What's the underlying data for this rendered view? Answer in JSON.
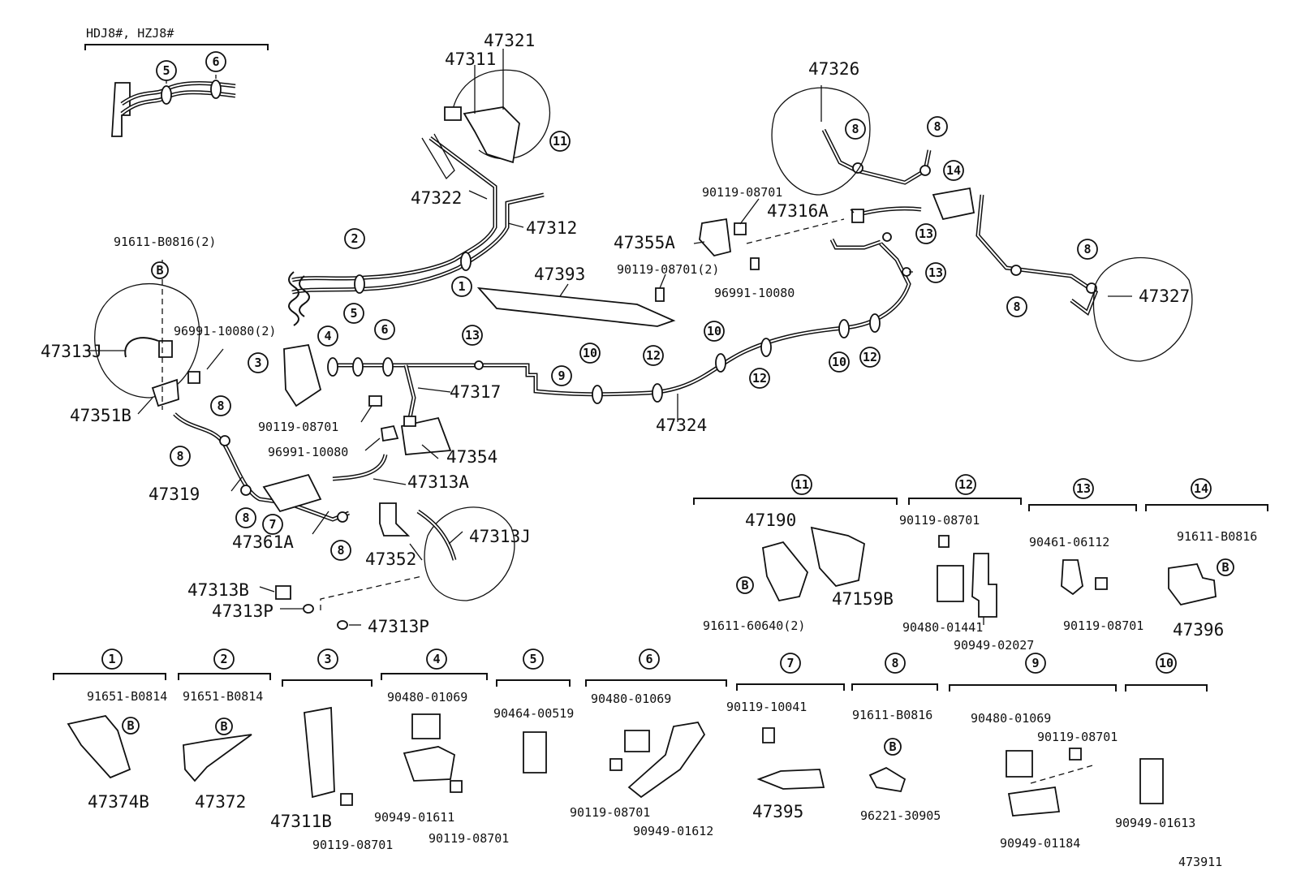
{
  "header": {
    "model_note": "HDJ8#, HZJ8#"
  },
  "labels": {
    "p47321": "47321",
    "p47311": "47311",
    "p47322": "47322",
    "p47312": "47312",
    "p91611_b0816_2": "91611-B0816(2)",
    "p96991_10080_2": "96991-10080(2)",
    "p47313J_left": "47313J",
    "p47351B": "47351B",
    "p47393": "47393",
    "p47317": "47317",
    "p90119_08701_mid": "90119-08701",
    "p96991_10080_mid": "96991-10080",
    "p47354": "47354",
    "p47313A": "47313A",
    "p47319": "47319",
    "p47361A": "47361A",
    "p47352": "47352",
    "p47313J_right": "47313J",
    "p47313B": "47313B",
    "p47313P_a": "47313P",
    "p47313P_b": "47313P",
    "p47324": "47324",
    "p47326": "47326",
    "p90119_08701_top": "90119-08701",
    "p47316A": "47316A",
    "p47355A": "47355A",
    "p90119_08701_2": "90119-08701(2)",
    "p96991_10080_r": "96991-10080",
    "p47327": "47327",
    "g11_47190": "47190",
    "g11_47159B": "47159B",
    "g11_91611_60640": "91611-60640(2)",
    "g12_90119": "90119-08701",
    "g12_90480": "90480-01441",
    "g12_90949": "90949-02027",
    "g13_90461": "90461-06112",
    "g13_90119": "90119-08701",
    "g14_91611": "91611-B0816",
    "g14_47396": "47396",
    "g1_91651": "91651-B0814",
    "g1_47374B": "47374B",
    "g2_91651": "91651-B0814",
    "g2_47372": "47372",
    "g3_47311B": "47311B",
    "g3_90119": "90119-08701",
    "g4_90480": "90480-01069",
    "g4_90949": "90949-01611",
    "g4_90119": "90119-08701",
    "g5_90464": "90464-00519",
    "g6_90480": "90480-01069",
    "g6_90119": "90119-08701",
    "g6_90949": "90949-01612",
    "g7_90119": "90119-10041",
    "g7_47395": "47395",
    "g8_91611": "91611-B0816",
    "g8_96221": "96221-30905",
    "g9_90480": "90480-01069",
    "g9_90119": "90119-08701",
    "g9_90949": "90949-01184",
    "g10_90949": "90949-01613",
    "diagram_code": "473911"
  },
  "callouts": {
    "one": "1",
    "two": "2",
    "three": "3",
    "four": "4",
    "five": "5",
    "six": "6",
    "seven": "7",
    "eight": "8",
    "nine": "9",
    "ten": "10",
    "eleven": "11",
    "twelve": "12",
    "thirteen": "13",
    "fourteen": "14"
  },
  "symbols": {
    "bolt": "B"
  }
}
